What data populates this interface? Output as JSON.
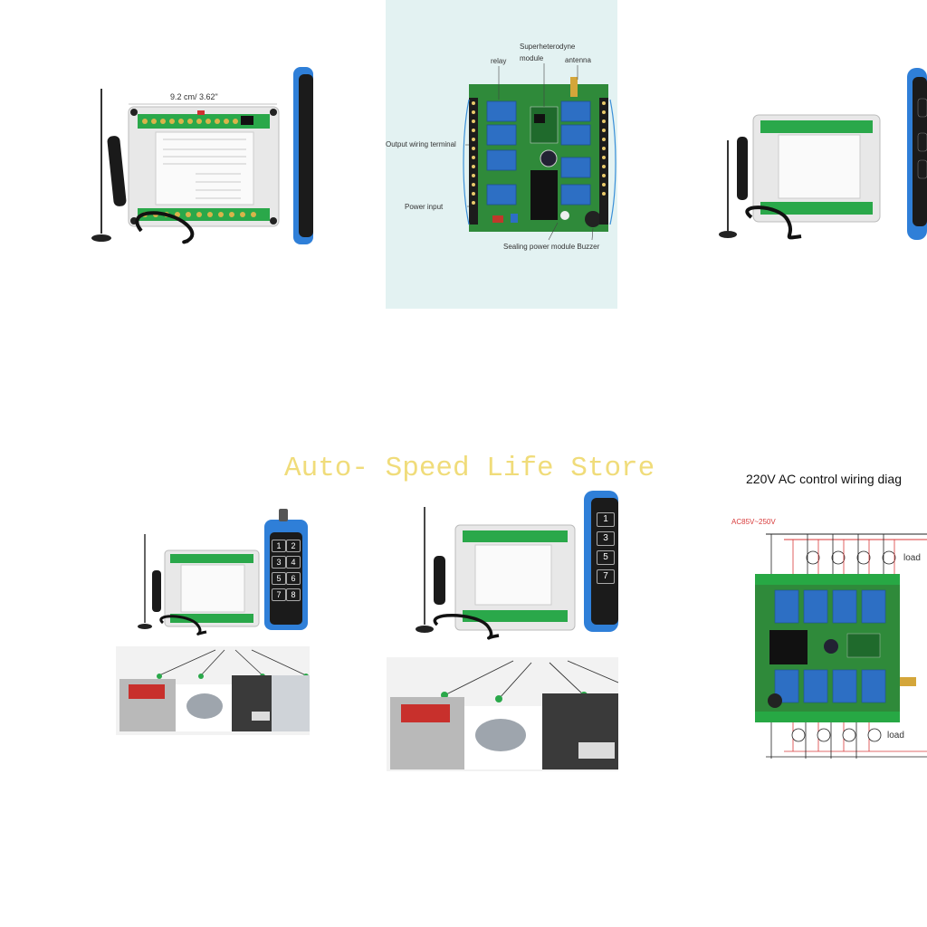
{
  "watermark": "Auto- Speed Life Store",
  "panel1": {
    "dimension": "9.2 cm/  3.62\""
  },
  "panel2": {
    "labels": {
      "superheterodyne": "Superheterodyne",
      "module": "module",
      "relay": "relay",
      "antenna": "antenna",
      "output_wiring": "Output wiring terminal",
      "power_input": "Power input",
      "sealing": "Sealing power module Buzzer"
    }
  },
  "panel5": {
    "remote_numbers": [
      "1",
      "3",
      "5",
      "7"
    ]
  },
  "panel4": {
    "remote_numbers": [
      "1",
      "2",
      "3",
      "4",
      "5",
      "6",
      "7",
      "8"
    ]
  },
  "panel6": {
    "title": "220V AC control wiring diag",
    "voltage": "AC85V~250V",
    "load_top": "load",
    "load_bottom": "load"
  },
  "colors": {
    "pcb_green": "#2f8a3a",
    "relay_blue": "#2d6fc4",
    "remote_blue": "#2f7fd8",
    "wire_red": "#d83a3a",
    "panel2_bg": "#e3f2f2",
    "terminal_green": "#27a844"
  }
}
